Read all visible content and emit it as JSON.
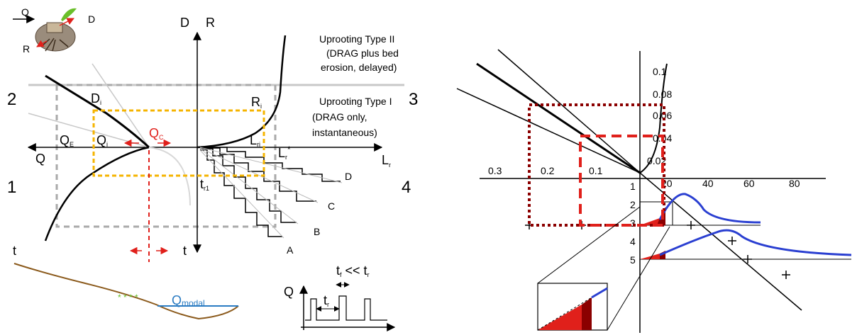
{
  "left_panel": {
    "axis_labels": {
      "D": "D",
      "R": "R",
      "Q": "Q",
      "Lr": "L",
      "Lr_sub": "r",
      "t": "t"
    },
    "quadrants": {
      "q1": "1",
      "q2": "2",
      "q3": "3",
      "q4": "4"
    },
    "curve_labels": {
      "Di": "D",
      "Di_sub": "i",
      "Ri": "R",
      "Ri_sub": "i",
      "QE": "Q",
      "QE_sub": "E",
      "Qi": "Q",
      "Qi_sub": "i",
      "Qc": "Q",
      "Qc_sub": "C",
      "Lri": "L",
      "Lri_sub": "ri",
      "Lrstar": "L",
      "Lrstar_sub": "r",
      "Lrstar_sup": "*",
      "tri": "t",
      "tri_sub": "r1"
    },
    "staircase_labels": [
      "A",
      "B",
      "C",
      "D"
    ],
    "uprooting_type2": [
      "Uprooting Type II",
      "(DRAG plus bed",
      "erosion, delayed)"
    ],
    "uprooting_type1": [
      "Uprooting Type I",
      "(DRAG only,",
      "instantaneous)"
    ],
    "plant_icon": {
      "arrow_q": "Q",
      "d": "D",
      "r": "R"
    },
    "channel": {
      "t": "t",
      "q": "Q",
      "q_sub": "modal"
    },
    "hydrograph": {
      "q": "Q",
      "tr": "t",
      "tr_sub": "r",
      "tf": "t",
      "tf_sub": "f",
      "ll": " << t",
      "ll_sub": "r"
    },
    "colors": {
      "highlight_box": "#f5b400",
      "critical": "#e0201b",
      "dashed_box": "#aaaaaa",
      "channel": "#8b5a1c",
      "water": "#2a7bc2"
    }
  },
  "right_panel": {
    "y_ticks": [
      "0.1",
      "0.08",
      "0.06",
      "0.04",
      "0.02"
    ],
    "x_neg_ticks": [
      "0.3",
      "0.2",
      "0.1"
    ],
    "x_pos_ticks": [
      "20",
      "40",
      "60",
      "80"
    ],
    "down_ticks": [
      "1",
      "2",
      "3",
      "4",
      "5"
    ],
    "colors": {
      "dotted_box": "#8b0000",
      "dashed_box": "#e0201b",
      "pdf_curve": "#2a3fd1",
      "fill": "#e0201b",
      "fill_dark": "#8b0000"
    }
  }
}
